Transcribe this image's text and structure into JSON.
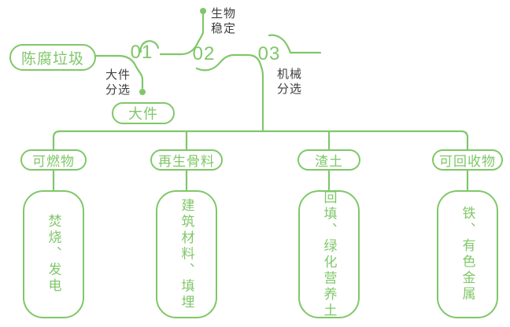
{
  "colors": {
    "green": "#80C769",
    "dark": "#3E3E3E"
  },
  "flow": {
    "source": "陈腐垃圾",
    "steps": [
      {
        "number": "01",
        "label": "大件\n分选",
        "output": "大件"
      },
      {
        "number": "02",
        "label": "生物\n稳定"
      },
      {
        "number": "03",
        "label": "机械\n分选"
      }
    ]
  },
  "branches": [
    {
      "category": "可燃物",
      "result": "焚烧、发电"
    },
    {
      "category": "再生骨料",
      "result": "建筑材料、填埋"
    },
    {
      "category": "渣土",
      "result": "回填、绿化营养土"
    },
    {
      "category": "可回收物",
      "result": "铁、有色金属"
    }
  ]
}
